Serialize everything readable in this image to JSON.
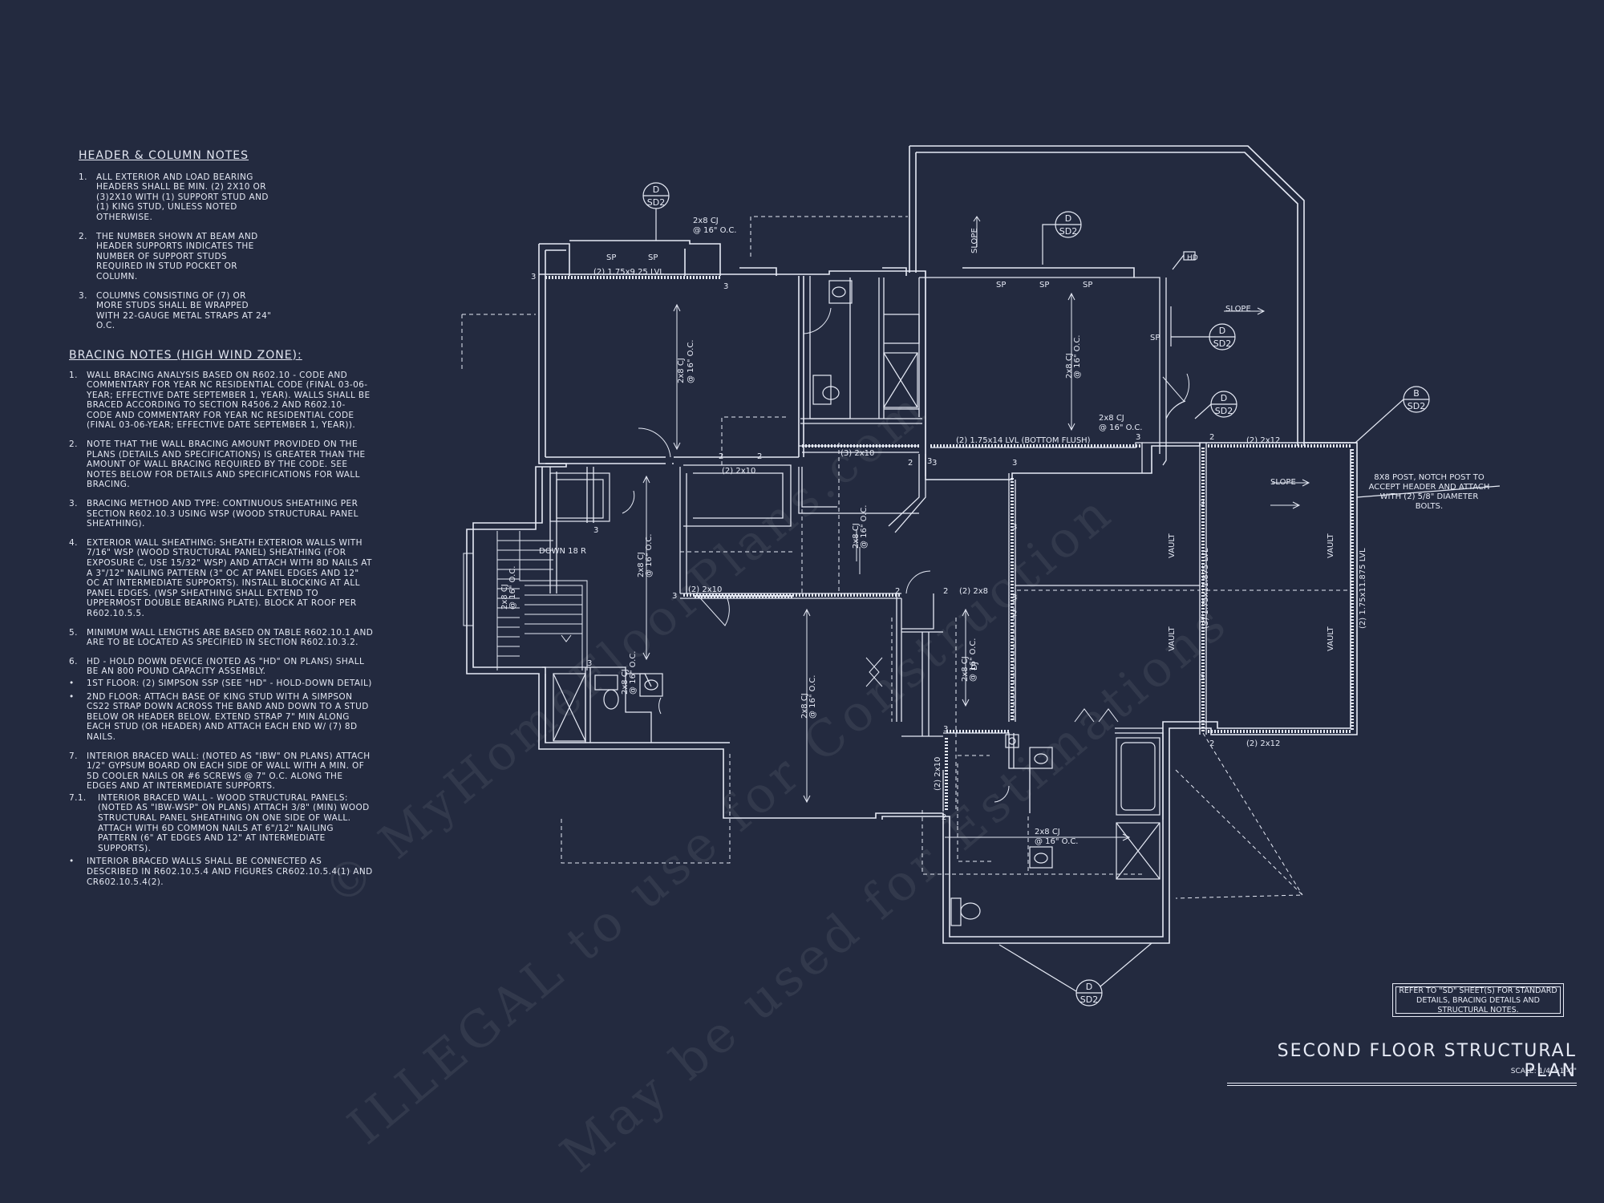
{
  "header_notes": {
    "title": "HEADER & COLUMN NOTES",
    "items": [
      {
        "num": "1.",
        "text": "ALL EXTERIOR AND LOAD BEARING HEADERS SHALL BE MIN. (2) 2x10 OR (3)2x10 WITH (1) SUPPORT STUD AND (1) KING STUD, UNLESS NOTED OTHERWISE."
      },
      {
        "num": "2.",
        "text": "THE NUMBER SHOWN AT BEAM AND HEADER SUPPORTS INDICATES THE NUMBER OF SUPPORT STUDS REQUIRED IN STUD POCKET OR COLUMN."
      },
      {
        "num": "3.",
        "text": "COLUMNS CONSISTING OF (7) OR MORE STUDS SHALL BE WRAPPED WITH 22-GAUGE METAL STRAPS AT 24\" O.C."
      }
    ]
  },
  "bracing_notes": {
    "title": "BRACING NOTES (HIGH WIND ZONE):",
    "items": [
      {
        "num": "1.",
        "text": "WALL BRACING ANALYSIS BASED ON R602.10 - CODE AND COMMENTARY FOR YEAR NC RESIDENTIAL CODE (FINAL 03-06-YEAR; EFFECTIVE DATE SEPTEMBER 1, YEAR). WALLS SHALL BE BRACED ACCORDING TO SECTION R4506.2 AND R602.10- CODE AND COMMENTARY FOR YEAR NC RESIDENTIAL CODE (FINAL 03-06-YEAR; EFFECTIVE DATE SEPTEMBER 1, YEAR))."
      },
      {
        "num": "2.",
        "text": "NOTE THAT THE WALL BRACING AMOUNT PROVIDED ON THE PLANS (DETAILS AND SPECIFICATIONS) IS GREATER THAN THE AMOUNT OF WALL BRACING REQUIRED BY THE CODE. SEE NOTES BELOW FOR DETAILS AND SPECIFICATIONS FOR WALL BRACING."
      },
      {
        "num": "3.",
        "text": "BRACING METHOD AND TYPE: CONTINUOUS SHEATHING PER SECTION R602.10.3 USING WSP (WOOD STRUCTURAL PANEL SHEATHING)."
      },
      {
        "num": "4.",
        "text": "EXTERIOR WALL SHEATHING: SHEATH EXTERIOR WALLS WITH 7/16\" WSP (WOOD STRUCTURAL PANEL) SHEATHING (FOR EXPOSURE C, USE 15/32\" WSP) AND ATTACH WITH 8d NAILS AT A 3\"/12\" NAILING PATTERN (3\" OC AT PANEL EDGES AND 12\" OC AT INTERMEDIATE SUPPORTS). INSTALL BLOCKING AT ALL PANEL EDGES. (WSP SHEATHING SHALL EXTEND TO UPPERMOST DOUBLE BEARING PLATE). BLOCK AT ROOF PER R602.10.5.5."
      },
      {
        "num": "5.",
        "text": "MINIMUM WALL LENGTHS ARE BASED ON TABLE R602.10.1 AND ARE TO BE LOCATED AS SPECIFIED IN SECTION R602.10.3.2."
      },
      {
        "num": "6.",
        "text": "HD - HOLD DOWN DEVICE (NOTED AS \"HD\" ON PLANS) SHALL BE AN 800 POUND CAPACITY ASSEMBLY."
      },
      {
        "num": "•",
        "text": "1ST FLOOR: (2) SIMPSON SSP (SEE \"HD\" - HOLD-DOWN DETAIL)"
      },
      {
        "num": "•",
        "text": "2ND FLOOR: ATTACH BASE OF KING STUD WITH A SIMPSON CS22 STRAP DOWN ACROSS THE BAND AND DOWN TO A STUD BELOW OR HEADER BELOW. EXTEND STRAP 7\" MIN ALONG EACH STUD (OR HEADER) AND ATTACH EACH END W/ (7) 8d NAILS."
      },
      {
        "num": "7.",
        "text": "INTERIOR BRACED WALL: (NOTED AS \"IBW\" ON PLANS) ATTACH 1/2\" GYPSUM BOARD ON EACH SIDE OF WALL WITH A MIN. OF 5d COOLER NAILS OR #6 SCREWS @ 7\" O.C. ALONG THE EDGES AND AT INTERMEDIATE SUPPORTS."
      },
      {
        "num": "7.1.",
        "text": "INTERIOR BRACED WALL - WOOD STRUCTURAL PANELS: (NOTED AS \"IBW-WSP\" ON PLANS) ATTACH 3/8\" (MIN) WOOD STRUCTURAL PANEL SHEATHING ON ONE SIDE OF WALL. ATTACH WITH 6d COMMON NAILS AT 6\"/12\" NAILING PATTERN (6\" AT EDGES AND 12\" AT INTERMEDIATE SUPPORTS)."
      },
      {
        "num": "•",
        "text": "INTERIOR BRACED WALLS SHALL BE CONNECTED AS DESCRIBED IN R602.10.5.4 AND FIGURES CR602.10.5.4(1) AND CR602.10.5.4(2)."
      }
    ]
  },
  "plan_labels": {
    "lvl_top": "(2) 1.75x9.25 LVL",
    "lvl_mid": "(2) 1.75x14 LVL (BOTTOM FLUSH)",
    "lvl_vault_left": "(3) 1.75x11.875 LVL",
    "lvl_vault_right": "(2) 1.75x11.875 LVL",
    "cj": "2x8 CJ",
    "cj_spacing": "@ 16\" O.C.",
    "hdr_2x10": "(2) 2x10",
    "hdr_3_2x10": "(3) 2x10",
    "hdr_2x8": "(2) 2x8",
    "hdr_2x12": "(2) 2x12",
    "sp": "SP",
    "slope": "SLOPE",
    "vault": "VAULT",
    "down": "DOWN  18  R",
    "hd": "HD",
    "dj": "DJ",
    "post_note": "8x8 POST, NOTCH POST TO ACCEPT HEADER AND ATTACH WITH (2) 5/8\" DIAMETER BOLTS."
  },
  "section_markers": [
    {
      "letter": "D",
      "sheet": "SD2"
    },
    {
      "letter": "D",
      "sheet": "SD2"
    },
    {
      "letter": "D",
      "sheet": "SD2"
    },
    {
      "letter": "D",
      "sheet": "SD2"
    },
    {
      "letter": "B",
      "sheet": "SD2"
    },
    {
      "letter": "D",
      "sheet": "SD2"
    }
  ],
  "ref_box": "REFER TO \"SD\" SHEET(S) FOR STANDARD DETAILS, BRACING DETAILS AND STRUCTURAL NOTES.",
  "title": "SECOND FLOOR STRUCTURAL PLAN",
  "scale": "SCALE: 1/4\"=1'-0\"",
  "watermark": {
    "line1": "© MyHomeFloorPlans.com",
    "line2": "ILLEGAL to use for Construction",
    "line3": "May be used for Estimations"
  },
  "colors": {
    "background": "#232a3f",
    "ink": "#e6eaf5"
  }
}
